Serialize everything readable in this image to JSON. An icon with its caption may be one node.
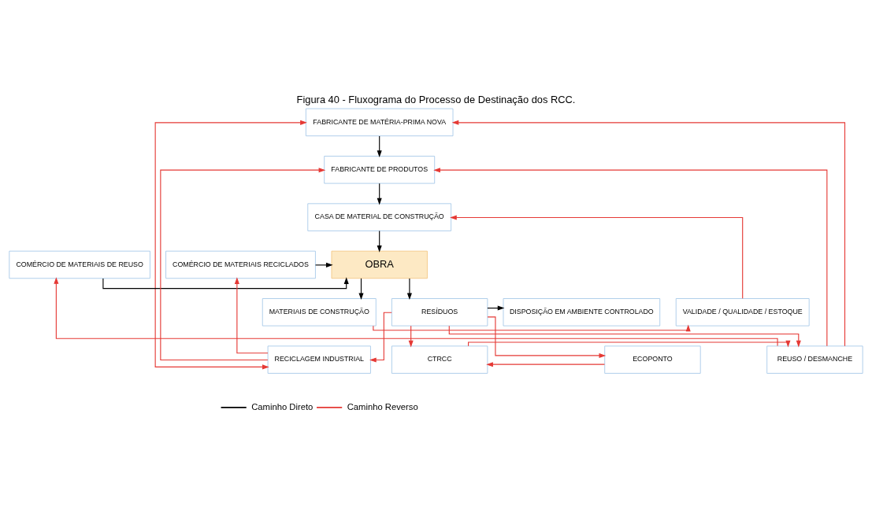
{
  "diagram": {
    "title": "Figura 40 - Fluxograma do Processo de Destinação dos RCC.",
    "nodes": [
      {
        "text": [
          "FABRICANTE DE MATÉRIA-PRIMA NOVA"
        ]
      },
      {
        "text": [
          "FABRICANTE DE PRODUTOS"
        ]
      },
      {
        "text": [
          "CASA DE MATERIAL DE CONSTRUÇÃO"
        ]
      },
      {
        "text": [
          "COMÉRCIO DE MATERIAIS RECICLADOS"
        ]
      },
      {
        "text": [
          "OBRA"
        ]
      },
      {
        "text": [
          "COMÉRCIO DE MATERIAIS DE REUSO"
        ]
      },
      {
        "text": [
          "MATERIAIS DE CONSTRUÇÃO"
        ]
      },
      {
        "text": [
          "RESÍDUOS"
        ]
      },
      {
        "text": [
          "DISPOSIÇÃO EM AMBIENTE CONTROLADO"
        ]
      },
      {
        "text": [
          "VALIDADE / QUALIDADE / ESTOQUE"
        ]
      },
      {
        "text": [
          "RECICLAGEM INDUSTRIAL"
        ]
      },
      {
        "text": [
          "CTRCC"
        ]
      },
      {
        "text": [
          "ECOPONTO"
        ]
      },
      {
        "text": [
          "REUSO / DESMANCHE"
        ]
      }
    ],
    "edges": [
      {
        "from": 0,
        "to": 1,
        "arrow": "to",
        "color": "#000000"
      },
      {
        "from": 1,
        "to": 2,
        "arrow": "to",
        "color": "#000000"
      },
      {
        "from": 2,
        "to": 4,
        "arrow": "to",
        "color": "#000000"
      },
      {
        "from": 3,
        "to": 4,
        "arrow": "to",
        "color": "#000000"
      },
      {
        "from": 5,
        "to": 4,
        "arrow": "to",
        "color": "#000000"
      },
      {
        "from": 4,
        "to": 6,
        "arrow": "to",
        "color": "#000000"
      },
      {
        "from": 4,
        "to": 7,
        "arrow": "to",
        "color": "#000000"
      },
      {
        "from": 7,
        "to": 8,
        "arrow": "to",
        "color": "#000000"
      },
      {
        "from": 6,
        "to": 9,
        "arrow": "to"
      },
      {
        "from": 9,
        "to": 2,
        "arrow": "to"
      },
      {
        "from": 10,
        "to": 1,
        "arrow": "to"
      },
      {
        "from": 10,
        "to": 3,
        "arrow": "to"
      },
      {
        "from": 7,
        "to": 10,
        "arrow": "to"
      },
      {
        "from": 7,
        "to": 11,
        "arrow": "to"
      },
      {
        "from": 7,
        "to": 12,
        "arrow": "to"
      },
      {
        "from": 7,
        "to": 13,
        "arrow": "to"
      },
      {
        "from": 12,
        "to": 11,
        "arrow": "to"
      },
      {
        "from": 11,
        "to": 13,
        "arrow": "to"
      },
      {
        "from": 13,
        "to": 0,
        "arrow": "to"
      },
      {
        "from": 13,
        "to": 1,
        "arrow": "to"
      },
      {
        "from": 13,
        "to": 5,
        "arrow": "to"
      },
      {
        "from": 0,
        "to": 10,
        "arrow": "both"
      }
    ],
    "legend": [
      {
        "text": "Caminho Direto"
      },
      {
        "text": "Caminho Reverso"
      }
    ]
  }
}
